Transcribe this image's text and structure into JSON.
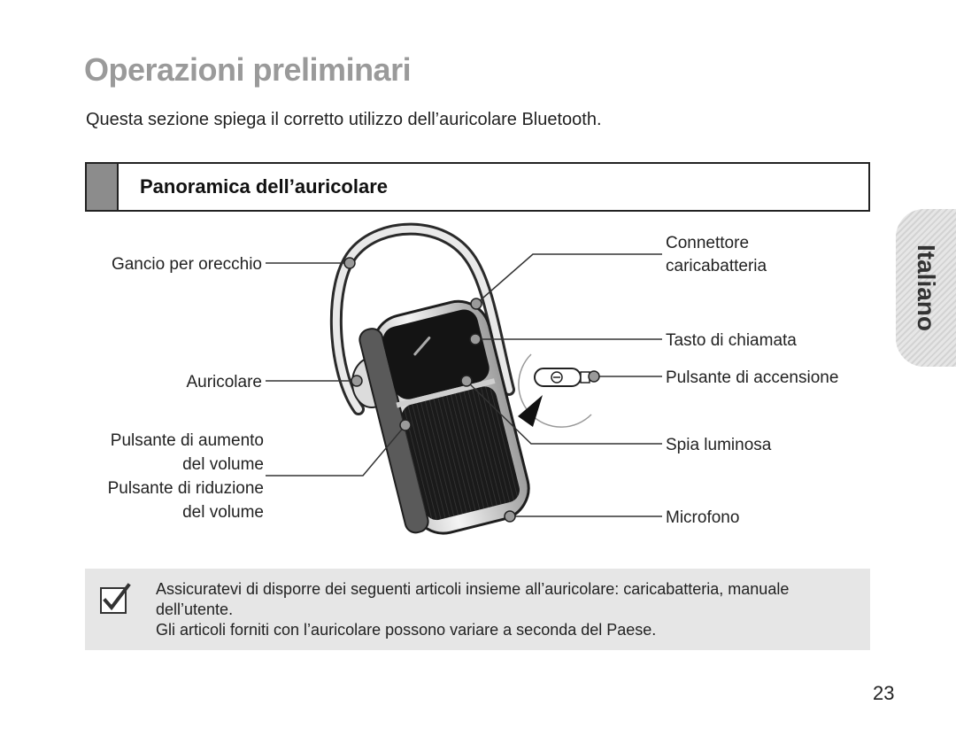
{
  "page": {
    "title": "Operazioni preliminari",
    "intro": "Questa sezione spiega il corretto utilizzo dell’auricolare Bluetooth.",
    "section_heading": "Panoramica dell’auricolare",
    "side_tab": "Italiano",
    "page_number": "23"
  },
  "figure": {
    "labels": {
      "ear_hook": "Gancio per orecchio",
      "earpiece": "Auricolare",
      "volume_up_line1": "Pulsante di aumento",
      "volume_up_line2": "del volume",
      "volume_down_line1": "Pulsante di riduzione",
      "volume_down_line2": "del volume",
      "charger_connector_line1": "Connettore",
      "charger_connector_line2": "caricabatteria",
      "call_button": "Tasto di chiamata",
      "power_button": "Pulsante di accensione",
      "indicator_light": "Spia luminosa",
      "microphone": "Microfono"
    }
  },
  "note": {
    "icon": "checkmark-icon",
    "line1": "Assicuratevi di disporre dei seguenti articoli insieme all’auricolare: caricabatteria, manuale dell’utente.",
    "line2": "Gli articoli forniti con l’auricolare possono variare a seconda del Paese."
  },
  "colors": {
    "title_gray": "#9a9a9a",
    "section_swatch": "#8c8c8c",
    "note_background": "#e6e6e6"
  }
}
